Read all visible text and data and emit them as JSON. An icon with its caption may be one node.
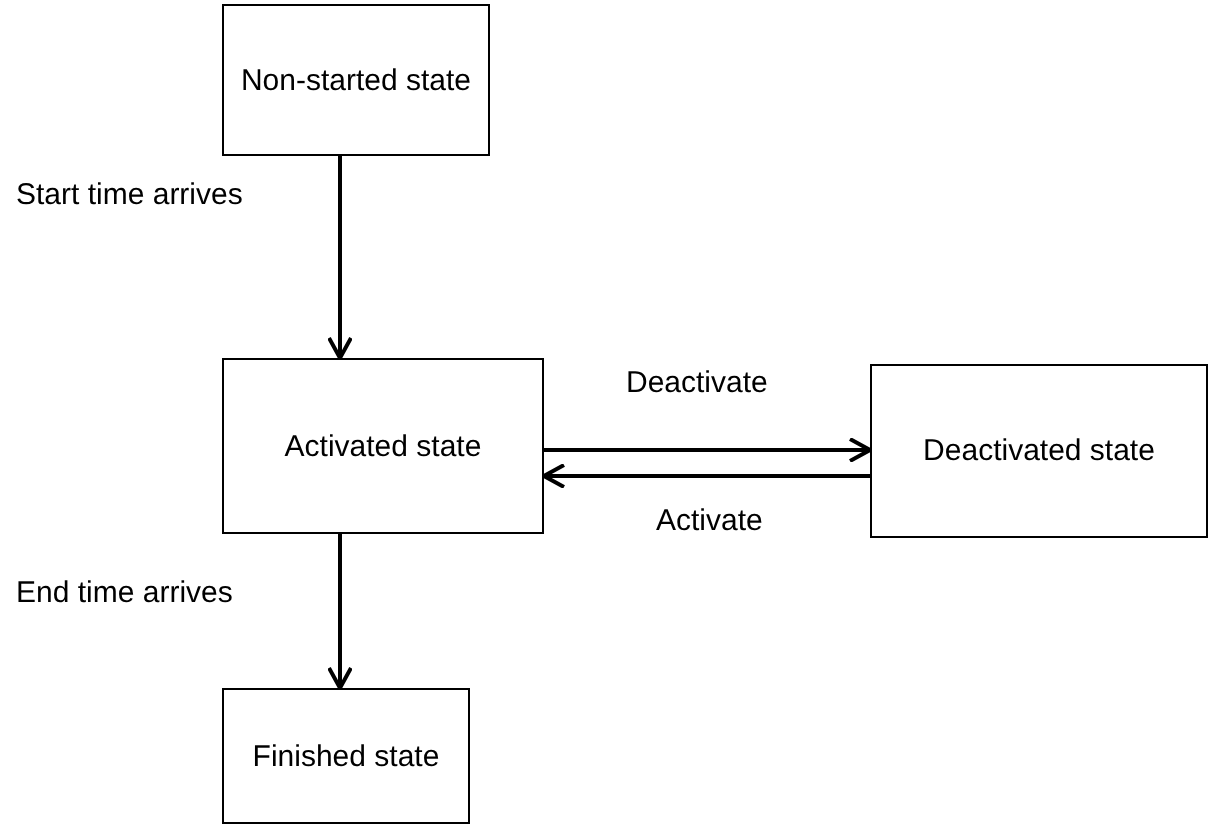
{
  "diagram": {
    "nodes": [
      {
        "text": [
          "Non-started state"
        ]
      },
      {
        "text": [
          "Activated state"
        ]
      },
      {
        "text": [
          "Deactivated state"
        ]
      },
      {
        "text": [
          "Finished state"
        ]
      }
    ],
    "edges": [
      {
        "from": 0,
        "to": 1,
        "arrow": "to",
        "label": "Start time arrives"
      },
      {
        "from": 1,
        "to": 2,
        "arrow": "to",
        "label": "Deactivate"
      },
      {
        "from": 2,
        "to": 1,
        "arrow": "to",
        "label": "Activate"
      },
      {
        "from": 1,
        "to": 3,
        "arrow": "to",
        "label": "End time arrives"
      }
    ]
  }
}
